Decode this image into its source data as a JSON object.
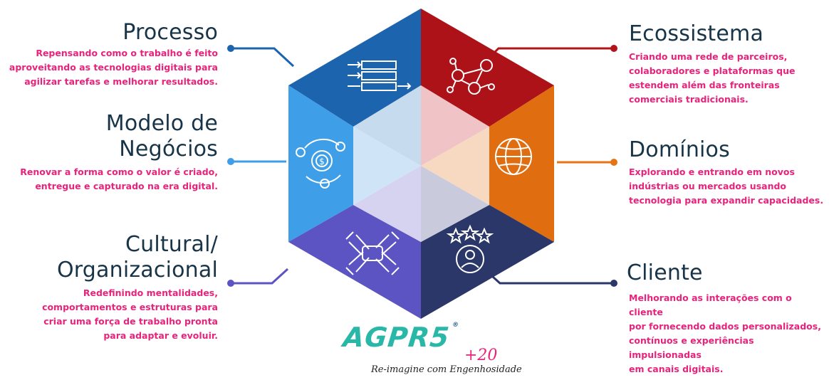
{
  "left_items": [
    {
      "title_lines": [
        "Processo"
      ],
      "description_lines": [
        "Repensando como o trabalho é feito",
        "aproveitando as tecnologias digitais para",
        "agilizar tarefas e melhorar resultados."
      ],
      "icon": "process-flow-icon",
      "color": "#1c64ad"
    },
    {
      "title_lines": [
        "Modelo de",
        "Negócios"
      ],
      "description_lines": [
        "Renovar a forma como o valor é criado,",
        "entregue e capturado na era digital."
      ],
      "icon": "business-model-gear-icon",
      "color": "#3f9ee8"
    },
    {
      "title_lines": [
        "Cultural/",
        "Organizacional"
      ],
      "description_lines": [
        "Redefinindo mentalidades,",
        "comportamentos e estruturas para",
        "criar uma força de trabalho pronta",
        "para adaptar e evoluir."
      ],
      "icon": "teamwork-hands-icon",
      "color": "#5b54c2"
    }
  ],
  "right_items": [
    {
      "title_lines": [
        "Ecossistema"
      ],
      "description_lines": [
        "Criando uma rede de parceiros,",
        "colaboradores e plataformas que",
        "estendem além das fronteiras",
        "comerciais tradicionais."
      ],
      "icon": "network-people-icon",
      "color": "#b0151c"
    },
    {
      "title_lines": [
        "Domínios"
      ],
      "description_lines": [
        "Explorando e entrando em novos",
        "indústrias ou mercados usando",
        "tecnologia para expandir capacidades."
      ],
      "icon": "globe-icon",
      "color": "#e57414"
    },
    {
      "title_lines": [
        "Cliente"
      ],
      "description_lines": [
        "Melhorando as interações com o cliente",
        "por fornecendo dados personalizados,",
        "contínuos e experiências impulsionadas",
        "em canais digitais."
      ],
      "icon": "customer-rating-icon",
      "color": "#2a3768"
    }
  ],
  "brand": {
    "name": "AGPR5",
    "registered": "®",
    "suffix": "+20",
    "slogan": "Re-imagine com Engenhosidade"
  },
  "colors": {
    "title": "#173448",
    "description": "#e8237c",
    "brand": "#29b7a8"
  }
}
